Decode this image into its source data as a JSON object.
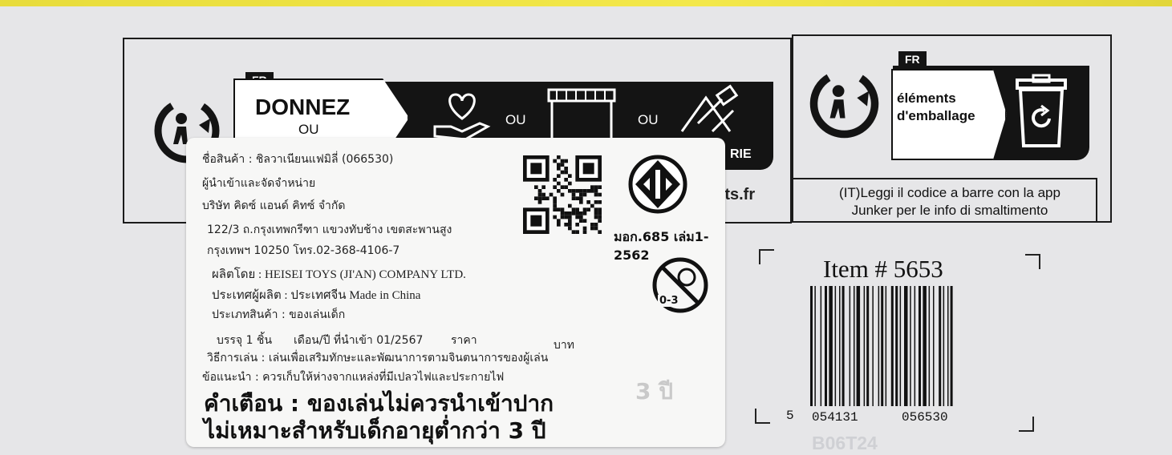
{
  "fr_panel": {
    "fr_label": "FR",
    "donnez": "DONNEZ",
    "ou_1": "OU",
    "ou_2": "OU",
    "ou_3": "OU",
    "strip_right": "RIE",
    "site_suffix": "hets.fr"
  },
  "sorting_panel": {
    "fr_label": "FR",
    "tag_line1": "éléments",
    "tag_line2": "d'emballage",
    "it_line1": "(IT)Leggi il codice a barre con la app",
    "it_line2": "Junker per le info di smaltimento"
  },
  "item": {
    "label": "Item # 5653",
    "barcode_first": "5",
    "barcode_left": "054131",
    "barcode_right": "056530",
    "faint_code": "B06T24"
  },
  "sticker": {
    "product_name": "ชื่อสินค้า : ชิลวาเนียนแฟมิลี่ (066530)",
    "importer_title": "ผู้นำเข้าและจัดจำหน่าย",
    "company": "บริษัท คิดซ์ แอนด์ คิทซ์ จำกัด",
    "address1": "122/3 ถ.กรุงเทพกรีฑา แขวงทับช้าง เขตสะพานสูง",
    "address2": "กรุงเทพฯ 10250 โทร.02-368-4106-7",
    "manufacturer": "ผลิตโดย : HEISEI TOYS (JI'AN) COMPANY LTD.",
    "origin": "ประเทศผู้ผลิต : ประเทศจีน Made in China",
    "type": "ประเภทสินค้า : ของเล่นเด็ก",
    "qty": "บรรจุ 1 ชิ้น",
    "import_date": "เดือน/ปี ที่นำเข้า 01/2567",
    "price": "ราคา",
    "baht": "บาท",
    "howto": "วิธีการเล่น : เล่นเพื่อเสริมทักษะและพัฒนาการตามจินตนาการของผู้เล่น",
    "advice": "ข้อแนะนำ : ควรเก็บให้ห่างจากแหล่งที่มีเปลวไฟและประกายไฟ",
    "warning1": "คำเตือน : ของเล่นไม่ควรนำเข้าปาก",
    "warning2": "ไม่เหมาะสำหรับเด็กอายุต่ำกว่า 3 ปี",
    "tisi_code": "มอก.685 เล่ม1-2562",
    "age_mark": "0-3"
  },
  "colors": {
    "ink": "#141414",
    "box_bg": "#e6e6e8",
    "sticker_bg": "#f7f7f6",
    "yellow": "#f0e448"
  }
}
